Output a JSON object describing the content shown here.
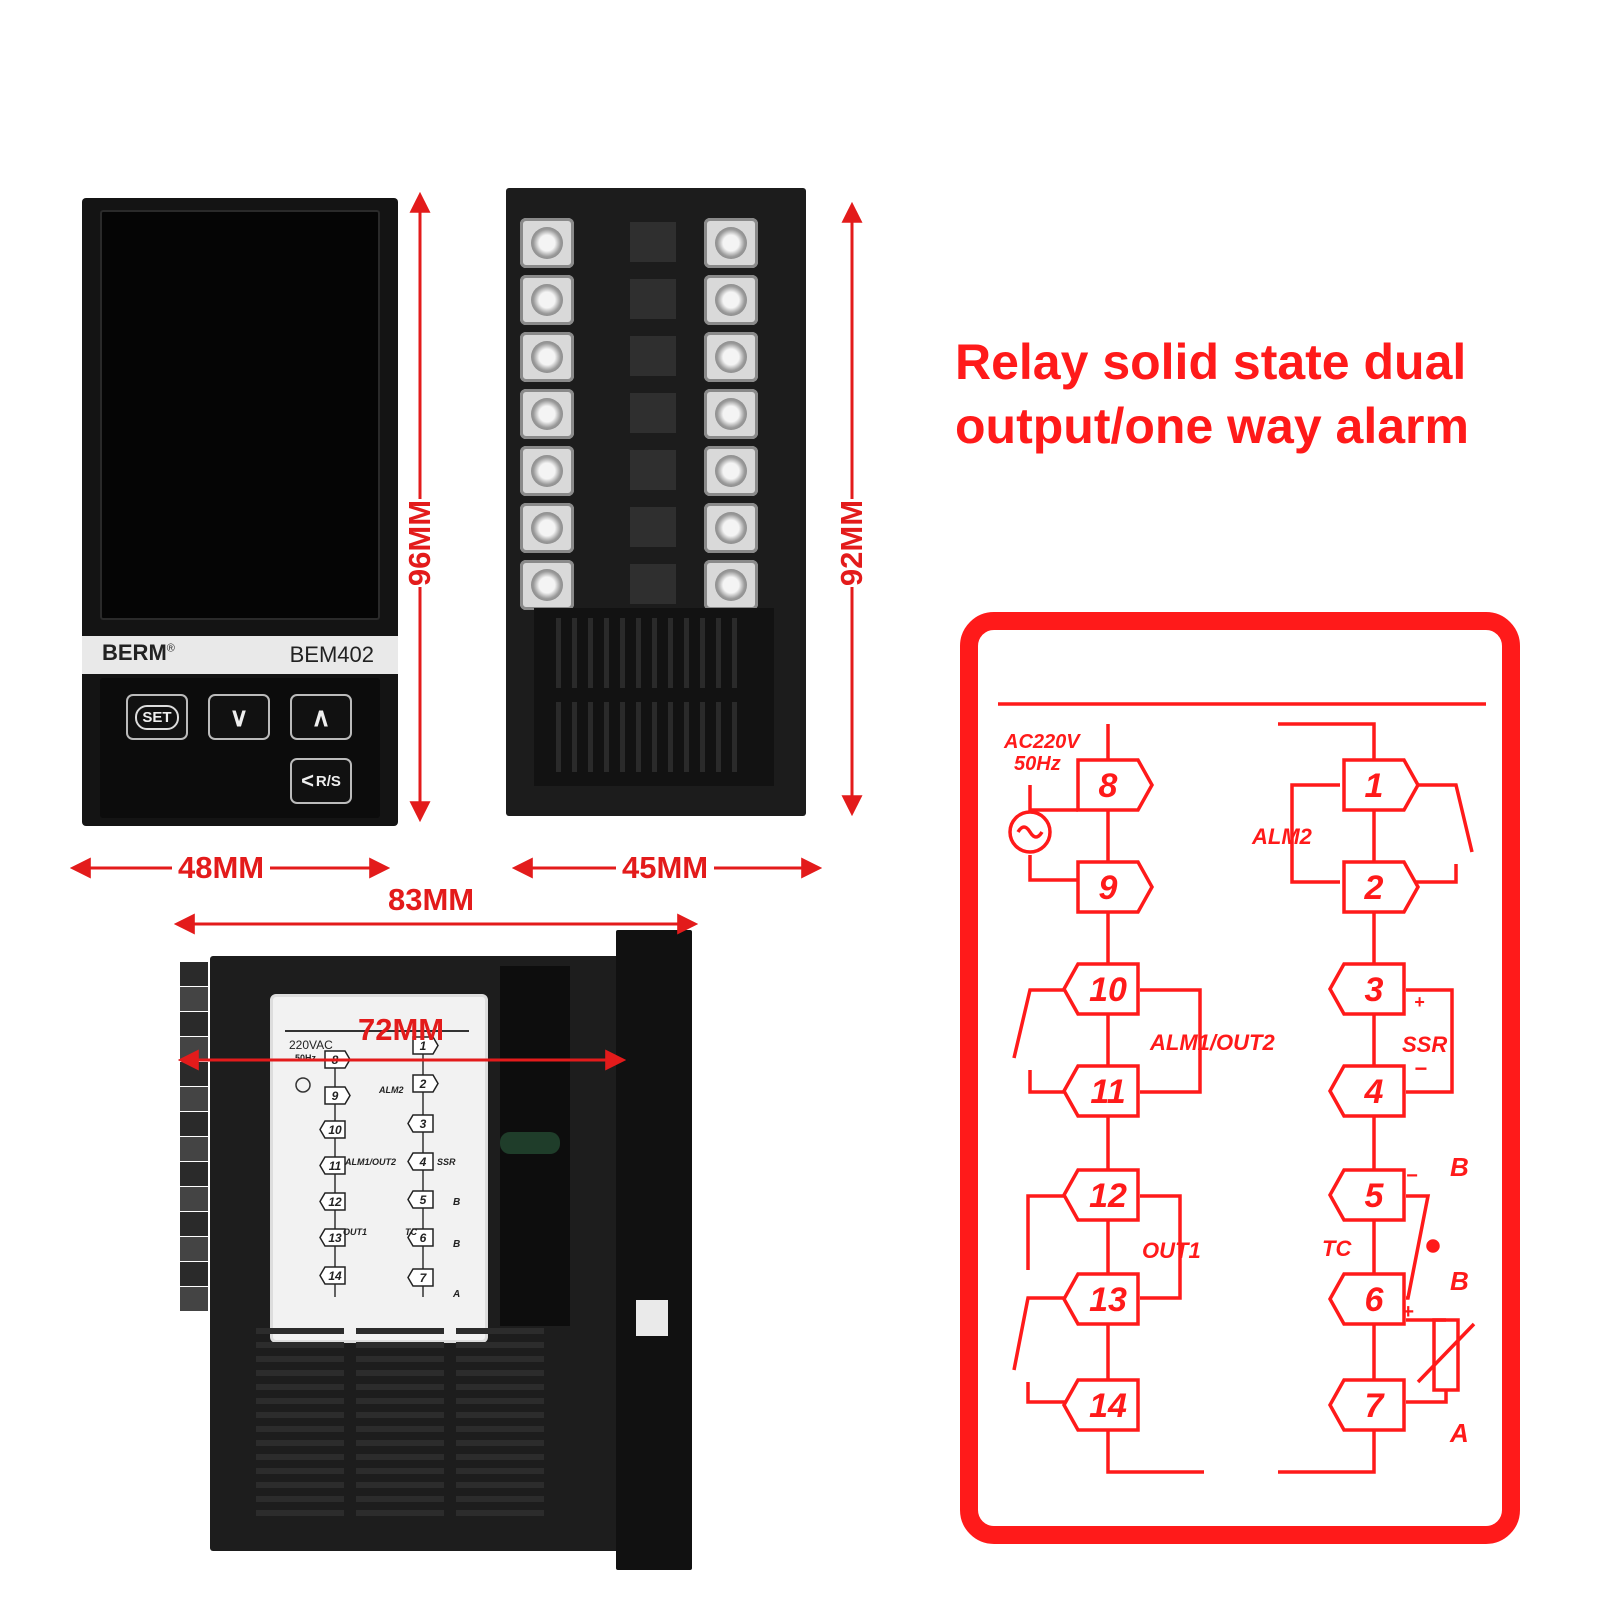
{
  "headline": {
    "line1": "Relay solid state dual",
    "line2": "output/one way alarm"
  },
  "dimensions": {
    "front_height": "96MM",
    "front_width": "48MM",
    "rear_height": "92MM",
    "rear_width": "45MM",
    "depth_total": "83MM",
    "depth_body": "72MM"
  },
  "device": {
    "brand": "BERM",
    "registered": "®",
    "model": "BEM402",
    "keys": {
      "set": "SET",
      "down": "∨",
      "up": "∧",
      "rs": "R/S"
    }
  },
  "wiring": {
    "power_label_line1": "AC220V",
    "power_label_line2": "50Hz",
    "side_power_label": "220VAC",
    "side_power_freq": "50Hz",
    "terminals": [
      "1",
      "2",
      "3",
      "4",
      "5",
      "6",
      "7",
      "8",
      "9",
      "10",
      "11",
      "12",
      "13",
      "14"
    ],
    "alm2": "ALM2",
    "alm1_out2": "ALM1/OUT2",
    "ssr": "SSR",
    "out1": "OUT1",
    "tc": "TC",
    "plus": "+",
    "minus": "−",
    "b_top": "B",
    "b_mid": "B",
    "a_bottom": "A"
  },
  "colors": {
    "accent": "#ff1a1a",
    "dimension": "#e31b1b",
    "device": "#141414"
  }
}
